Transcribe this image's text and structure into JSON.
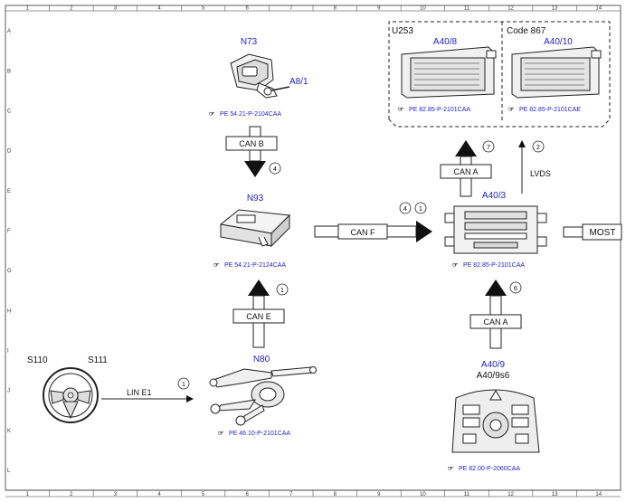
{
  "grid": {
    "columns": [
      "1",
      "2",
      "3",
      "4",
      "5",
      "6",
      "7",
      "8",
      "9",
      "10",
      "11",
      "12",
      "13",
      "14"
    ],
    "rows": [
      "A",
      "B",
      "C",
      "D",
      "E",
      "F",
      "G",
      "H",
      "I",
      "J",
      "K",
      "L"
    ]
  },
  "components": {
    "n73": {
      "name": "N73",
      "sub": "A8/1",
      "ref": "PE 54.21-P-2104CAA"
    },
    "n93": {
      "name": "N93",
      "ref": "PE 54.21-P-2124CAA"
    },
    "n80": {
      "name": "N80",
      "ref": "PE 46.10-P-2101CAA"
    },
    "a40_3": {
      "name": "A40/3",
      "ref": "PE 82.85-P-2101CAA"
    },
    "a40_8": {
      "name": "A40/8",
      "group": "U253",
      "ref": "PE 82.85-P-2101CAA"
    },
    "a40_10": {
      "name": "A40/10",
      "group": "Code 867",
      "ref": "PE 82.85-P-2101CAE"
    },
    "a40_9": {
      "name": "A40/9",
      "sub": "A40/9s6",
      "ref": "PE 82.00-P-2060CAA"
    },
    "wheel": {
      "left": "S110",
      "right": "S111"
    }
  },
  "ref_symbol": "☞",
  "connections": {
    "can_b": {
      "label": "CAN B",
      "num": "4"
    },
    "can_e": {
      "label": "CAN E",
      "num": "1"
    },
    "can_f": {
      "label": "CAN F",
      "num1": "4",
      "num2": "1"
    },
    "line_e1": {
      "label": "LIN E1",
      "num": "1"
    },
    "can_a_up": {
      "label": "CAN A",
      "num": "7"
    },
    "lvds": {
      "label": "LVDS",
      "num": "2"
    },
    "can_a_low": {
      "label": "CAN A",
      "num": "6"
    },
    "most": {
      "label": "MOST"
    }
  }
}
